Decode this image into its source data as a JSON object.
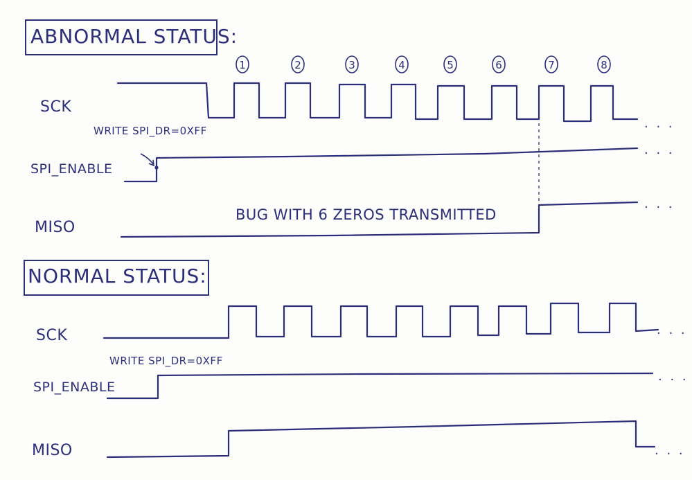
{
  "abnormal": {
    "title": "ABNORMAL STATUS:",
    "clock_numbers": [
      "1",
      "2",
      "3",
      "4",
      "5",
      "6",
      "7",
      "8"
    ],
    "sck_label": "SCK",
    "spi_enable_label": "SPI_ENABLE",
    "miso_label": "MISO",
    "write_note": "WRITE SPI_DR=0XFF",
    "bug_note": "BUG WITH 6 ZEROS TRANSMITTED",
    "continuation": ". . ."
  },
  "normal": {
    "title": "NORMAL STATUS:",
    "sck_label": "SCK",
    "spi_enable_label": "SPI_ENABLE",
    "miso_label": "MISO",
    "write_note": "WRITE SPI_DR=0XFF",
    "continuation": ". . ."
  },
  "colors": {
    "ink": "#2b2f7a",
    "paper": "#fdfdfb"
  }
}
